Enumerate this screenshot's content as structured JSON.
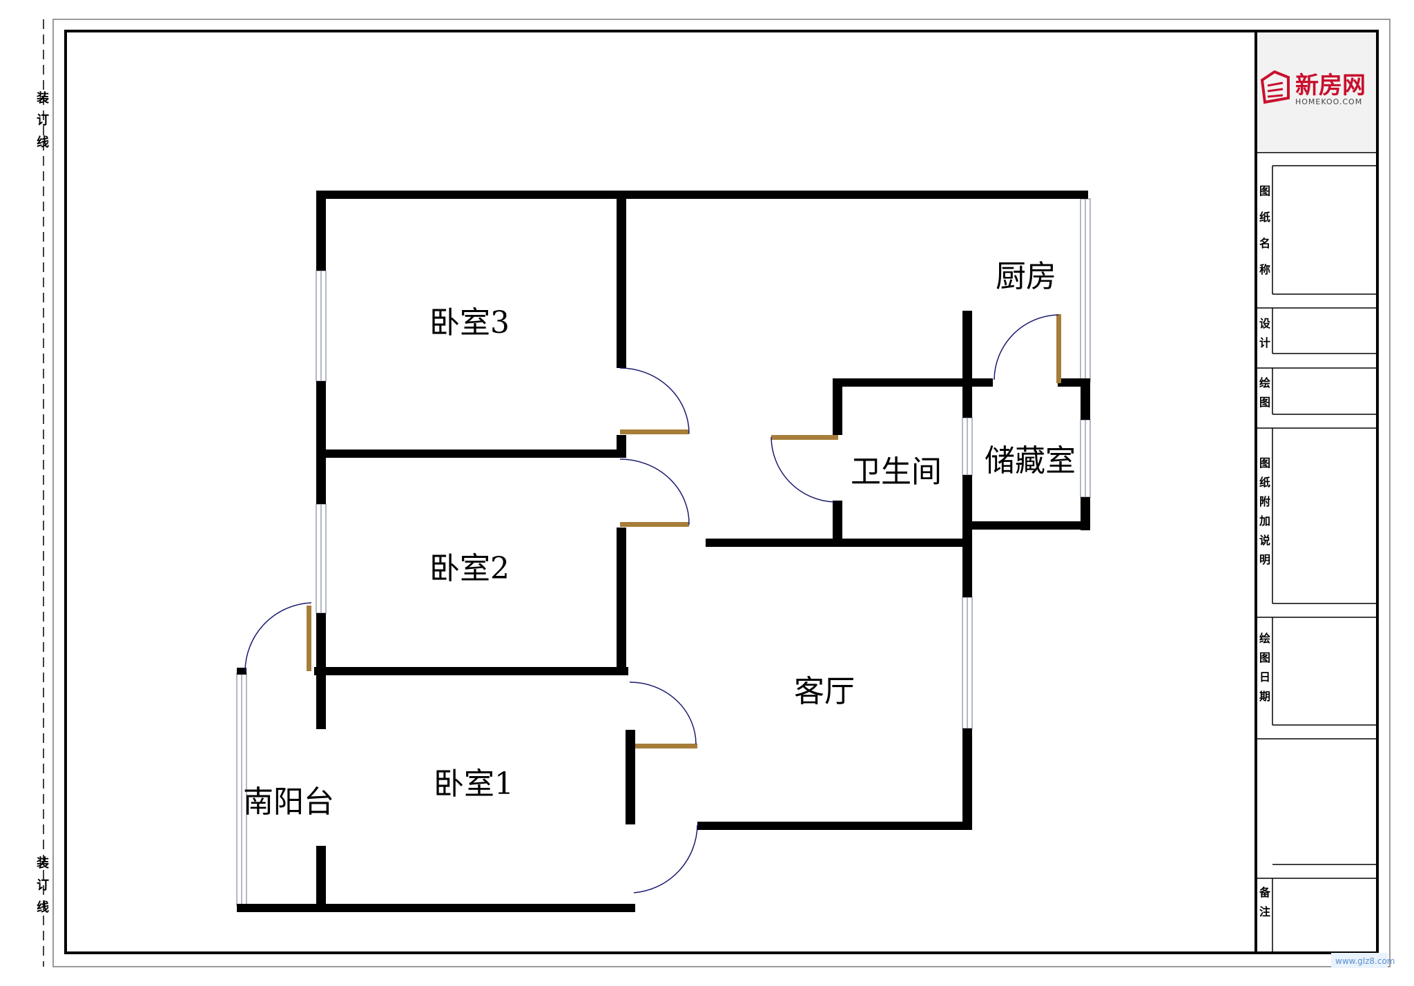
{
  "rooms": {
    "bedroom3": "卧室3",
    "bedroom2": "卧室2",
    "bedroom1": "卧室1",
    "kitchen": "厨房",
    "bathroom": "卫生间",
    "storage": "储藏室",
    "living": "客厅",
    "balcony": "南阳台"
  },
  "binding_line": [
    "装",
    "订",
    "线"
  ],
  "title_block": {
    "logo_cn": "新房网",
    "logo_en": "HOMEKOO.COM",
    "drawing_name": [
      "图",
      "纸",
      "名",
      "称"
    ],
    "design": [
      "设",
      "计"
    ],
    "drawing": [
      "绘",
      "图"
    ],
    "notes": [
      "图",
      "纸",
      "附",
      "加",
      "说",
      "明"
    ],
    "date": [
      "绘",
      "图",
      "日",
      "期"
    ],
    "remarks": [
      "备",
      "注"
    ]
  },
  "watermark": "www.glz8.com",
  "colors": {
    "wall": "#000000",
    "door": "#a77d3a",
    "arc": "#1a1a6e",
    "window": "#9aa0b4",
    "logo": "#c8102e"
  }
}
